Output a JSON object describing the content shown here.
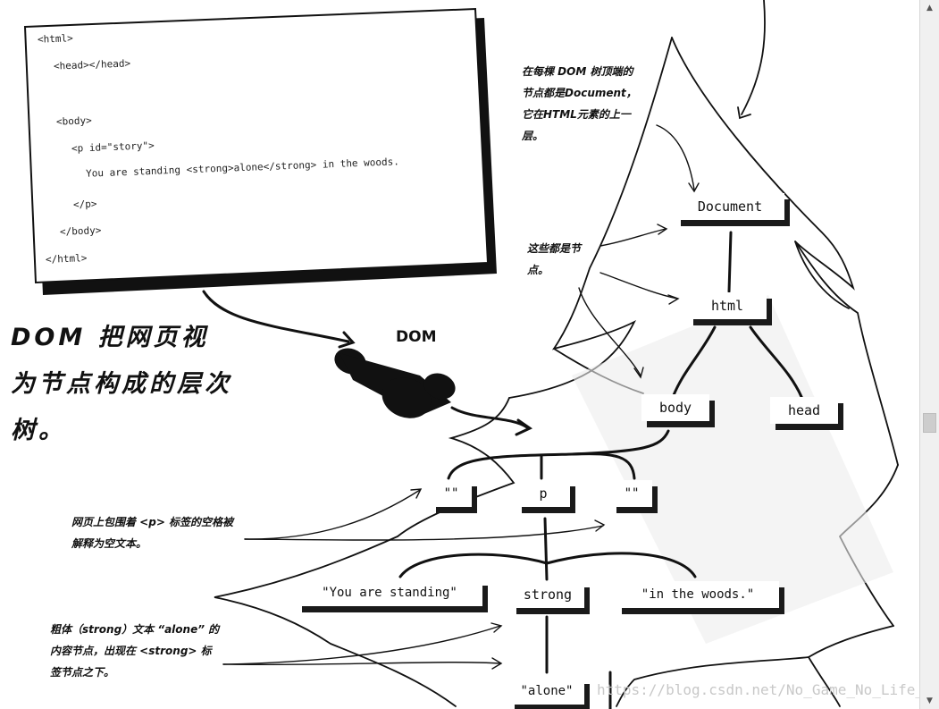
{
  "code": {
    "lines": [
      "<html>",
      "<head></head>",
      "<body>",
      "<p id=\"story\">",
      "You are standing <strong>alone</strong> in the woods.",
      "</p>",
      "</body>",
      "</html>"
    ]
  },
  "title": "DOM 把网页视为节点构成的层次树。",
  "binoculars_label": "DOM",
  "nodes": {
    "document": "Document",
    "html": "html",
    "body": "body",
    "head": "head",
    "ws_left": "\"\"",
    "p": "p",
    "ws_right": "\"\"",
    "text_standing": "\"You are standing\"",
    "strong": "strong",
    "text_woods": "\"in the woods.\"",
    "text_alone": "\"alone\""
  },
  "notes": {
    "top_right": "在每棵 DOM 树顶端的节点都是Document，它在HTML元素的上一层。",
    "nodes_note": "这些都是节点。",
    "whitespace_note": "网页上包围着 <p> 标签的空格被解释为空文本。",
    "strong_note": "粗体（strong）文本 “alone” 的内容节点，出现在 <strong> 标签节点之下。"
  },
  "watermark": "https://blog.csdn.net/No_Game_No_Life_",
  "scrollbar": {
    "up_icon": "▲",
    "down_icon": "▼"
  }
}
